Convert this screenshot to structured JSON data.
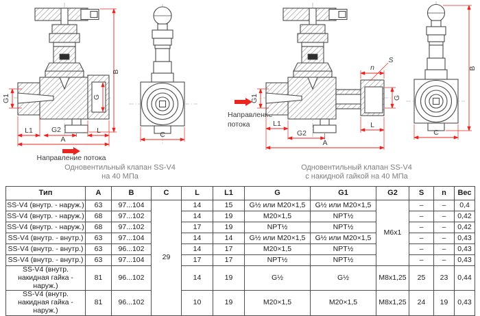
{
  "colors": {
    "dimension_red": "#e8251f",
    "drawing_line_gray": "#4a4a4a",
    "caption_gray": "#7d7d7d",
    "table_text": "#1a1a1a"
  },
  "figures": {
    "left": {
      "caption_line1": "Одновентильный клапан SS-V4",
      "caption_line2": "на 40 МПа",
      "flow_label": "Направление потока",
      "dim_B": "B",
      "dim_G1": "G1",
      "dim_G": "G",
      "dim_L1": "L1",
      "dim_G2": "G2",
      "dim_L": "L",
      "dim_A": "A",
      "dim_C": "C"
    },
    "right": {
      "caption_line1": "Одновентильный клапан SS-V4",
      "caption_line2": "с накидной гайкой на 40 МПа",
      "flow_label_line1": "Направление",
      "flow_label_line2": "потока",
      "dim_B": "B",
      "dim_G1": "G1",
      "dim_G": "G",
      "dim_L1": "L1",
      "dim_G2": "G2",
      "dim_L": "L",
      "dim_A": "A",
      "dim_C": "C",
      "dim_S": "S",
      "dim_n": "n"
    }
  },
  "table": {
    "headers": [
      "Тип",
      "A",
      "B",
      "C",
      "L",
      "L1",
      "G",
      "G1",
      "G2",
      "S",
      "n",
      "Вес"
    ],
    "c_merged": "29",
    "g2_merged": "M6x1",
    "rows": [
      {
        "type": "SS-V4 (внутр. - наруж.)",
        "a": "63",
        "b": "97...104",
        "l": "14",
        "l1": "15",
        "g": "G½ или M20×1,5",
        "g1": "G½ или M20×1,5",
        "s": "–",
        "n": "–",
        "weight": "0,4"
      },
      {
        "type": "SS-V4 (внутр. - наруж.)",
        "a": "68",
        "b": "97...102",
        "l": "14",
        "l1": "19",
        "g": "M20×1,5",
        "g1": "NPT½",
        "s": "–",
        "n": "–",
        "weight": "0,42"
      },
      {
        "type": "SS-V4 (внутр. - наруж.)",
        "a": "68",
        "b": "97...102",
        "l": "17",
        "l1": "19",
        "g": "NPT½",
        "g1": "NPT½",
        "s": "–",
        "n": "–",
        "weight": "0,42"
      },
      {
        "type": "SS-V4 (внутр. - внутр.)",
        "a": "63",
        "b": "97...104",
        "l": "14",
        "l1": "14",
        "g": "G½ или M20×1,5",
        "g1": "G½ или M20×1,5",
        "s": "–",
        "n": "–",
        "weight": "0,43"
      },
      {
        "type": "SS-V4 (внутр. - внутр.)",
        "a": "63",
        "b": "96...102",
        "l": "14",
        "l1": "17",
        "g": "M20×1,5",
        "g1": "NPT½",
        "s": "–",
        "n": "–",
        "weight": "0,43"
      },
      {
        "type": "SS-V4 (внутр. - внутр.)",
        "a": "63",
        "b": "97...104",
        "l": "17",
        "l1": "17",
        "g": "NPT½",
        "g1": "NPT½",
        "s": "–",
        "n": "–",
        "weight": "0,43"
      },
      {
        "type": "SS-V4 (внутр. накидная гайка - наруж.)",
        "a": "81",
        "b": "96...102",
        "l": "14",
        "l1": "19",
        "g": "G½",
        "g1": "G½",
        "g2": "M8x1,25",
        "s": "25",
        "n": "23",
        "weight": "0,44"
      },
      {
        "type": "SS-V4 (внутр. накидная гайка - наруж.)",
        "a": "81",
        "b": "96...102",
        "l": "10",
        "l1": "19",
        "g": "M20×1,5",
        "g1": "M20×1,5",
        "g2": "M8x1,25",
        "s": "24",
        "n": "19",
        "weight": "0,43"
      }
    ]
  }
}
